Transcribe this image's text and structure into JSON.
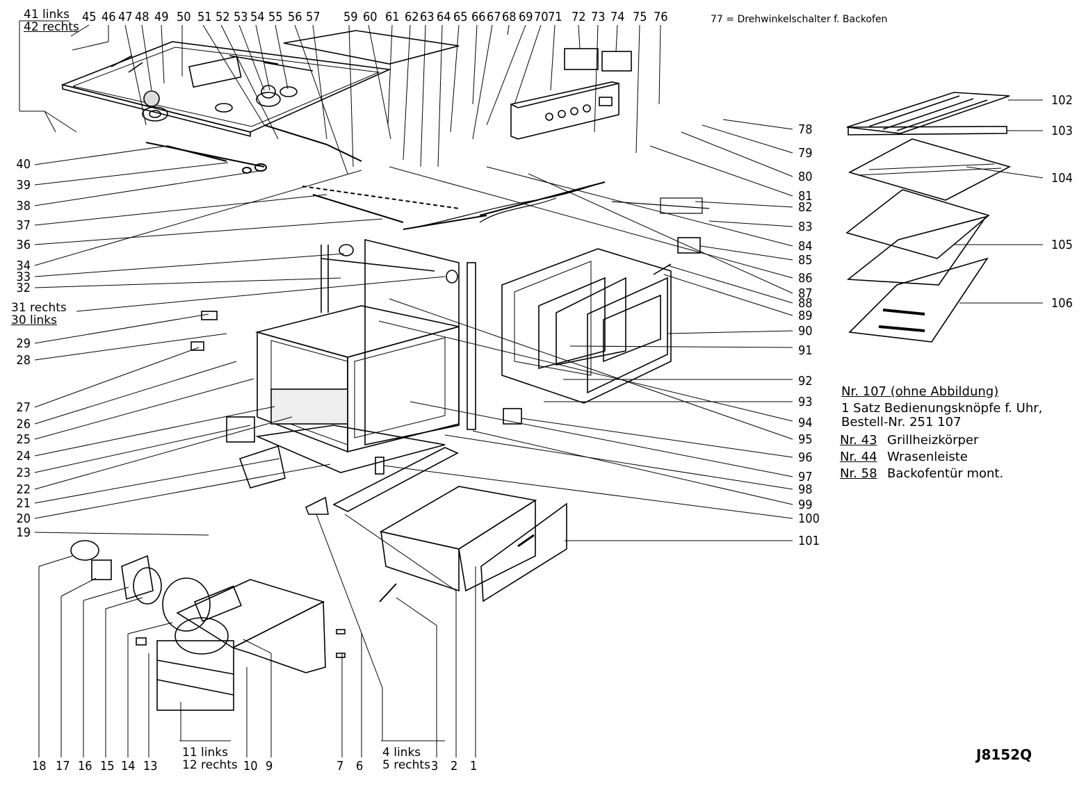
{
  "diagram_id": "J8152Q",
  "note_top": "77 = Drehwinkelschalter f. Backofen",
  "group_labels": {
    "g41_42": [
      "41 links",
      "42 rechts"
    ],
    "g31_30": [
      "31 rechts",
      "30 links"
    ],
    "g11_12": [
      "11 links",
      "12 rechts"
    ],
    "g4_5": [
      "4 links",
      "5 rechts"
    ]
  },
  "legend": {
    "n107_head": "Nr. 107 (ohne Abbildung)",
    "n107_line1": "1 Satz  Bedienungsknöpfe f. Uhr,",
    "n107_line2": "Bestell-Nr. 251 107",
    "entries": [
      {
        "nr": "Nr. 43",
        "text": "Grillheizkörper"
      },
      {
        "nr": "Nr. 44",
        "text": "Wrasenleiste"
      },
      {
        "nr": "Nr. 58",
        "text": "Backofentür mont."
      }
    ]
  },
  "callouts": {
    "top": [
      "45",
      "46",
      "47",
      "48",
      "49",
      "50",
      "51",
      "52",
      "53",
      "54",
      "55",
      "56",
      "57",
      "59",
      "60",
      "61",
      "62",
      "63",
      "64",
      "65",
      "66",
      "67",
      "68",
      "69",
      "70",
      "71",
      "72",
      "73",
      "74",
      "75",
      "76"
    ],
    "left": [
      "40",
      "39",
      "38",
      "37",
      "36",
      "34",
      "33",
      "32",
      "29",
      "28",
      "27",
      "26",
      "25",
      "24",
      "23",
      "22",
      "21",
      "20",
      "19"
    ],
    "right": [
      "78",
      "79",
      "80",
      "81",
      "82",
      "83",
      "84",
      "85",
      "86",
      "87",
      "88",
      "89",
      "90",
      "91",
      "92",
      "93",
      "94",
      "95",
      "96",
      "97",
      "98",
      "99",
      "100",
      "101",
      "102",
      "103",
      "104",
      "105",
      "106"
    ],
    "bottom": [
      "18",
      "17",
      "16",
      "15",
      "14",
      "13",
      "10",
      "9",
      "7",
      "6",
      "3",
      "2",
      "1"
    ]
  }
}
